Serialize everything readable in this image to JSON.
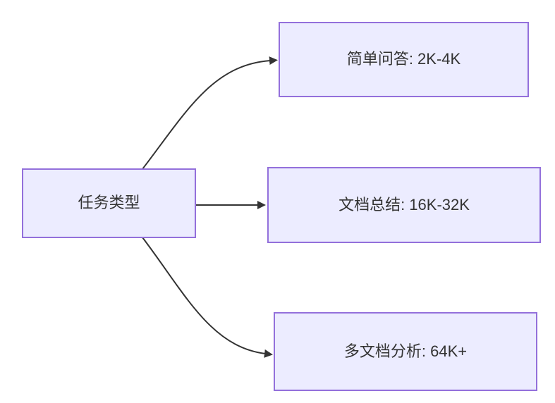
{
  "diagram": {
    "kind": "flowchart-left-to-right",
    "root": {
      "label": "任务类型"
    },
    "branches": [
      {
        "label": "简单问答: 2K-4K"
      },
      {
        "label": "文档总结: 16K-32K"
      },
      {
        "label": "多文档分析: 64K+"
      }
    ],
    "colors": {
      "node_fill": "#ECECFF",
      "node_border": "#9370DB",
      "edge": "#333333",
      "text": "#333333",
      "background": "#FFFFFF"
    }
  }
}
